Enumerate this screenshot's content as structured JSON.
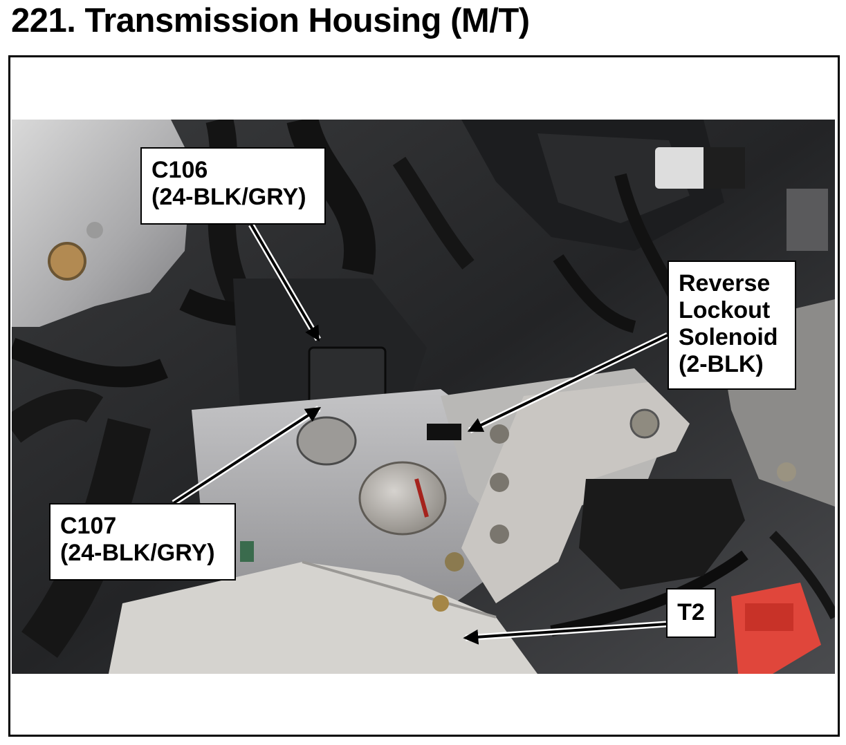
{
  "page": {
    "title": "221.  Transmission Housing (M/T)"
  },
  "callouts": {
    "c106": {
      "line1": "C106",
      "line2": "(24-BLK/GRY)"
    },
    "c107": {
      "line1": "C107",
      "line2": "(24-BLK/GRY)"
    },
    "reverse_lockout_solenoid": {
      "line1": "Reverse",
      "line2": "Lockout",
      "line3": "Solenoid",
      "line4": "(2-BLK)"
    },
    "t2": {
      "line1": "T2"
    }
  },
  "photo": {
    "subject": "engine-bay-photo"
  }
}
